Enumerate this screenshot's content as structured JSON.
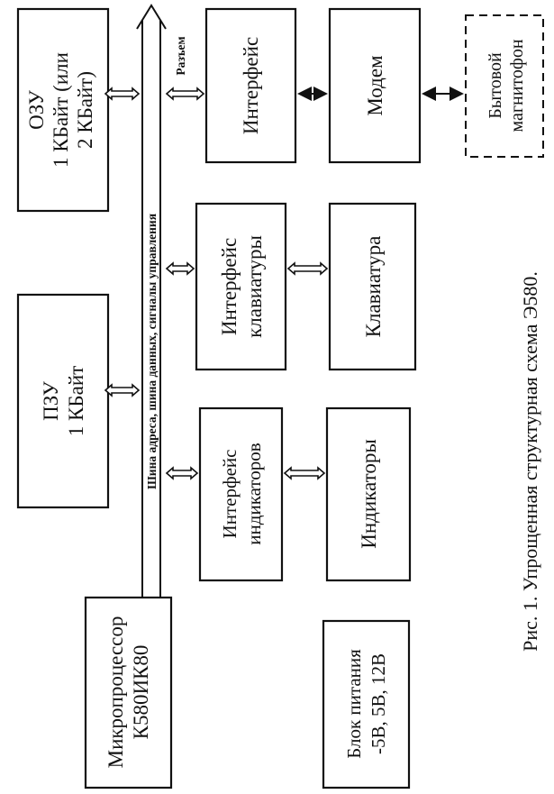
{
  "blocks": {
    "ozu": {
      "line1": "ОЗУ",
      "line2": "1 КБайт (или",
      "line3": "2 КБайт)"
    },
    "pzu": {
      "line1": "ПЗУ",
      "line2": "1 КБайт"
    },
    "cpu": {
      "line1": "Микропроцессор",
      "line2": "К580ИК80"
    },
    "power": {
      "line1": "Блок питания",
      "line2": "-5В, 5В, 12В"
    },
    "interface": {
      "line1": "Интерфейс"
    },
    "modem": {
      "line1": "Модем"
    },
    "tape": {
      "line1": "Бытовой",
      "line2": "магнитофон"
    },
    "kbd_interface": {
      "line1": "Интерфейс",
      "line2": "клавиатуры"
    },
    "keyboard": {
      "line1": "Клавиатура"
    },
    "ind_interface": {
      "line1": "Интерфейс",
      "line2": "индикаторов"
    },
    "indicators": {
      "line1": "Индикаторы"
    }
  },
  "bus": {
    "label": "Шина адреса, шина данных, сигналы управления"
  },
  "connector": {
    "label": "Разъем"
  },
  "caption": "Рис. 1. Упрощенная структурная схема Э580."
}
